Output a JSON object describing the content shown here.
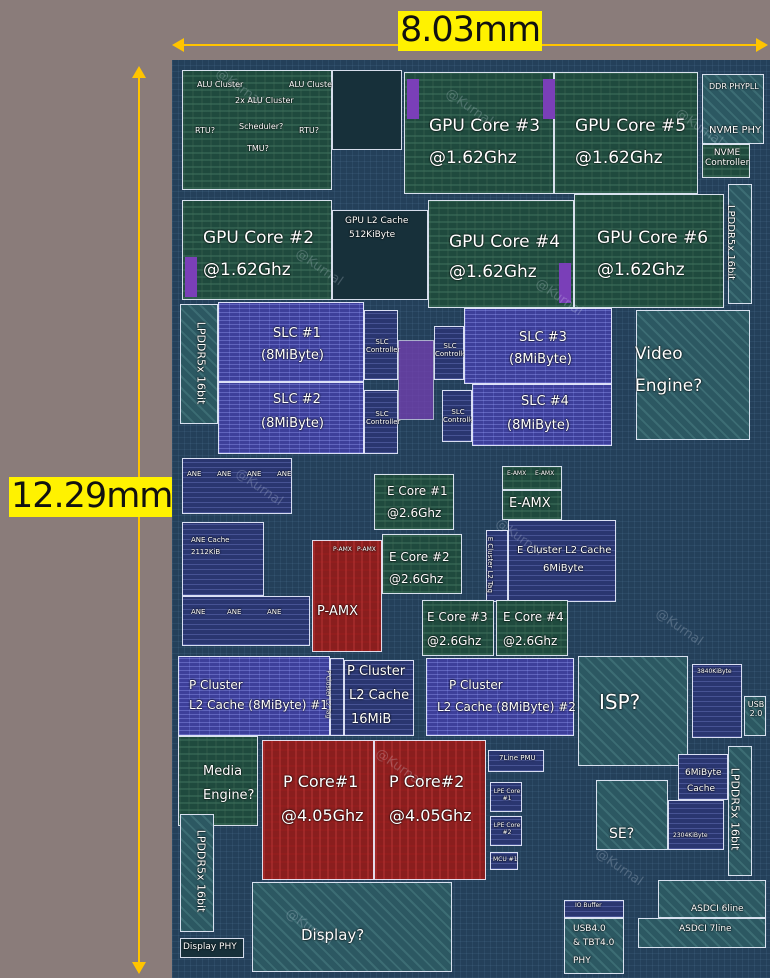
{
  "dimensions": {
    "width_label": "8.03mm",
    "height_label": "12.29mm"
  },
  "colors": {
    "annotation": "#fff200",
    "arrow": "#ffc400",
    "background": "#8a7c7a"
  },
  "watermark": "@Kurnal",
  "blocks": {
    "alu_cluster_a": "ALU Cluster",
    "alu_cluster_2x": "2x ALU Cluster",
    "alu_cluster_b": "ALU Cluster",
    "scheduler": "Scheduler?",
    "rtu_a": "RTU?",
    "rtu_b": "RTU?",
    "tmu": "TMU?",
    "gpu_core_3": "GPU Core #3",
    "gpu_core_3_freq": "@1.62Ghz",
    "gpu_core_5": "GPU Core #5",
    "gpu_core_5_freq": "@1.62Ghz",
    "gpu_core_2": "GPU Core #2",
    "gpu_core_2_freq": "@1.62Ghz",
    "gpu_core_4": "GPU Core #4",
    "gpu_core_4_freq": "@1.62Ghz",
    "gpu_core_6": "GPU Core #6",
    "gpu_core_6_freq": "@1.62Ghz",
    "gpu_l2": "GPU L2 Cache",
    "gpu_l2_size": "512KiByte",
    "nvme_phy": "NVME PHY",
    "nvme_controller": "NVME Controller",
    "lpddr5x_right_top": "LPDDR5x 16bit",
    "lpddr5x_left": "LPDDR5x 16bit",
    "slc1": "SLC #1",
    "slc1_size": "(8MiByte)",
    "slc2": "SLC #2",
    "slc2_size": "(8MiByte)",
    "slc3": "SLC #3",
    "slc3_size": "(8MiByte)",
    "slc4": "SLC #4",
    "slc4_size": "(8MiByte)",
    "slc_controller": "SLC Controller",
    "video_engine_1": "Video",
    "video_engine_2": "Engine?",
    "ane": "ANE",
    "ane_cache": "ANE Cache",
    "ane_cache_size": "2112KiB",
    "e_core_1": "E Core #1",
    "e_core_1_freq": "@2.6Ghz",
    "e_core_2": "E Core #2",
    "e_core_2_freq": "@2.6Ghz",
    "e_core_3": "E Core #3",
    "e_core_3_freq": "@2.6Ghz",
    "e_core_4": "E Core #4",
    "e_core_4_freq": "@2.6Ghz",
    "e_amx": "E-AMX",
    "e_amx_small": "E-AMX",
    "e_cluster_l2": "E Cluster L2 Cache",
    "e_cluster_l2_size": "6MiByte",
    "e_cluster_l2_tag": "E Cluster L2 Tag",
    "p_amx": "P-AMX",
    "p_amx_small": "P-AMX",
    "p_cluster_l2_1a": "P Cluster",
    "p_cluster_l2_1b": "L2 Cache (8MiByte) #1",
    "p_cluster_l2_2a": "P Cluster",
    "p_cluster_l2_2b": "L2 Cache (8MiByte) #2",
    "p_cluster_l2_mid_a": "P Cluster",
    "p_cluster_l2_mid_b": "L2 Cache",
    "p_cluster_l2_mid_c": "16MiB",
    "p_cluster_l2_tag": "P Cluster L2 Tag",
    "isp": "ISP?",
    "media_engine_1": "Media",
    "media_engine_2": "Engine?",
    "p_core_1": "P Core#1",
    "p_core_1_freq": "@4.05Ghz",
    "p_core_2": "P Core#2",
    "p_core_2_freq": "@4.05Ghz",
    "seven_line_pmu": "7Line PMU",
    "lpe_core_1": "LPE Core #1",
    "lpe_core_2": "LPE Core #2",
    "mcu": "MCU #1",
    "cache_6mib_a": "6MiByte",
    "cache_6mib_b": "Cache",
    "se": "SE?",
    "usb_right": "USB 2.0",
    "lpddr5x_right_bottom": "LPDDR5x 16bit",
    "lpddr5x_left_bottom": "LPDDR5x 16bit",
    "asdci_6": "ASDCI 6line",
    "asdci_7": "ASDCI 7line",
    "usb4": "USB4.0",
    "tbt": "& TBT4.0",
    "phy": "PHY",
    "io_buffer": "IO Buffer",
    "display_phy": "Display PHY",
    "display": "Display?",
    "ddr_phy_label": "DDR PHY",
    "pll_label": "PLL",
    "sram_512": "512KiByte",
    "sram_2304": "2304KiByte",
    "sram_3840": "3840KiByte"
  }
}
